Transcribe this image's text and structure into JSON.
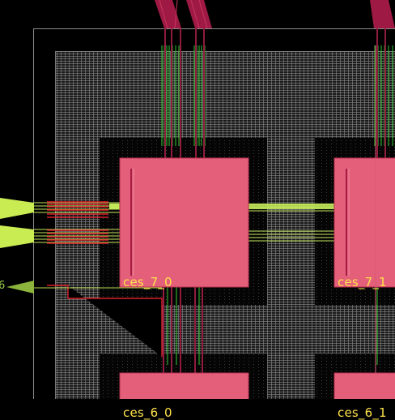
{
  "view": {
    "background": "#000000",
    "colors": {
      "macro_fill": "#e4607a",
      "macro_edge": "#b8304e",
      "halo": "#0a0a0a",
      "routing_mesh": "#9c9c9c",
      "die_outline": "#8a8a8a",
      "net_green": "#33c633",
      "net_lime": "#c2e85a",
      "net_red": "#d81e2a",
      "net_maroon": "#8e1c3c",
      "label_yellow": "#ffe24a",
      "pin_olive": "#8cb43c"
    }
  },
  "cells": [
    {
      "name": "ces_7_0"
    },
    {
      "name": "ces_7_1"
    },
    {
      "name": "ces_6_0"
    },
    {
      "name": "ces_6_1"
    }
  ],
  "pins": [
    {
      "label": "6"
    }
  ]
}
